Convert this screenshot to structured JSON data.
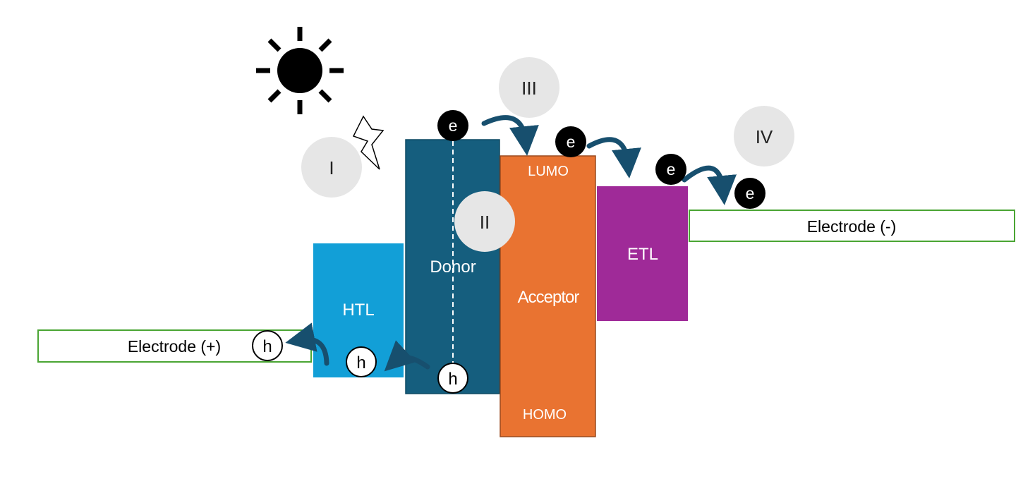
{
  "colors": {
    "htl": "#129fd7",
    "donor": "#155e7e",
    "acceptor": "#e97331",
    "etl": "#9f2a98",
    "electrode_border": "#4aa533",
    "arrow": "#174f6e",
    "step_circle": "#e6e6e6",
    "electron_fill": "#000000",
    "hole_fill": "#ffffff"
  },
  "steps": [
    "I",
    "II",
    "III",
    "IV"
  ],
  "layers": {
    "htl": "HTL",
    "donor": "Donor",
    "acceptor": "Acceptor",
    "acceptor_lumo": "LUMO",
    "acceptor_homo": "HOMO",
    "etl": "ETL"
  },
  "electrodes": {
    "positive": "Electrode (+)",
    "negative": "Electrode (-)"
  },
  "carriers": {
    "electron": "e",
    "hole": "h"
  },
  "icons": [
    "sun-icon",
    "lightning-icon",
    "curved-arrow-icon"
  ]
}
